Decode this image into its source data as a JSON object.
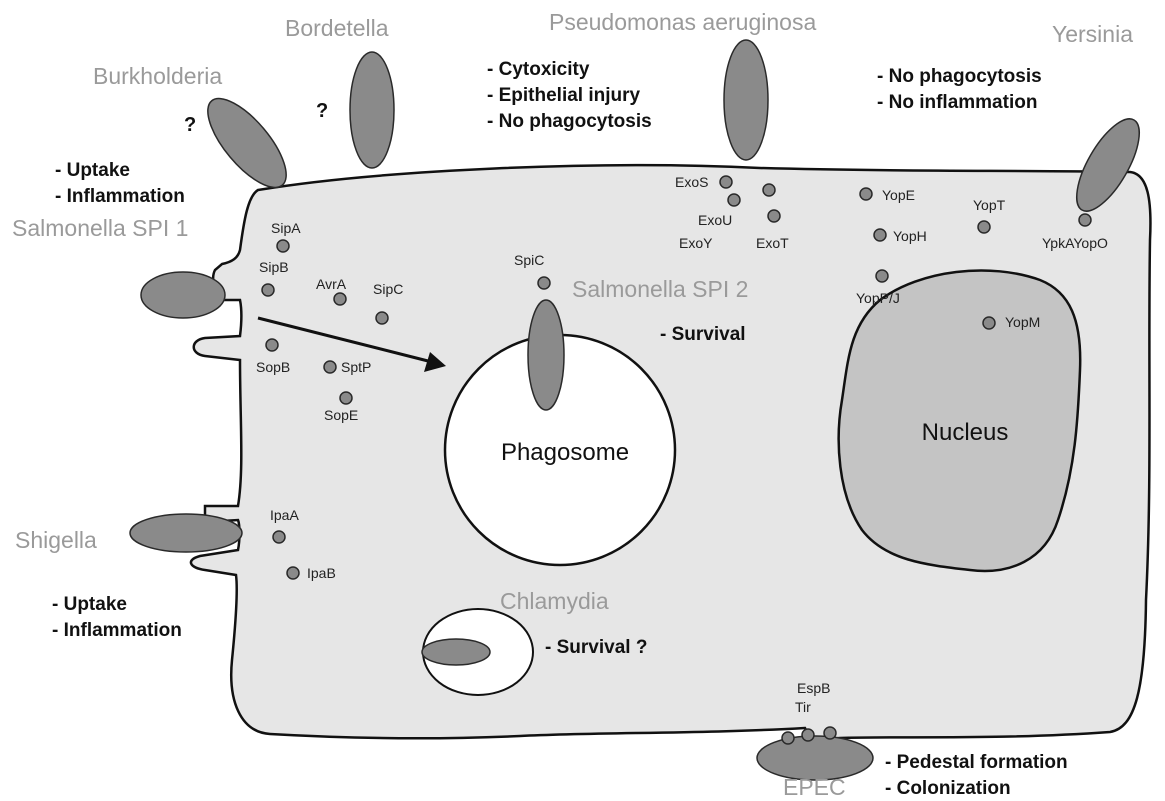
{
  "organisms": {
    "bordetella": "Bordetella",
    "burkholderia": "Burkholderia",
    "pseudomonas": "Pseudomonas aeruginosa",
    "yersinia": "Yersinia",
    "salmonella_spi1": "Salmonella SPI 1",
    "salmonella_spi2": "Salmonella SPI 2",
    "shigella": "Shigella",
    "chlamydia": "Chlamydia",
    "epec": "EPEC"
  },
  "question_marks": {
    "burkholderia": "?",
    "bordetella": "?"
  },
  "effects": {
    "pseudomonas": [
      "- Cytoxicity",
      "- Epithelial injury",
      "- No phagocytosis"
    ],
    "yersinia": [
      "- No phagocytosis",
      "- No inflammation"
    ],
    "salmonella_spi1": [
      "- Uptake",
      "- Inflammation"
    ],
    "salmonella_spi2": [
      "- Survival"
    ],
    "shigella": [
      "- Uptake",
      "- Inflammation"
    ],
    "chlamydia": [
      "- Survival ?"
    ],
    "epec": [
      "- Pedestal formation",
      "- Colonization"
    ]
  },
  "compartments": {
    "phagosome": "Phagosome",
    "nucleus": "Nucleus"
  },
  "proteins": {
    "sipA": "SipA",
    "sipB": "SipB",
    "avrA": "AvrA",
    "sipC": "SipC",
    "sopB": "SopB",
    "sptP": "SptP",
    "sopE": "SopE",
    "spiC": "SpiC",
    "exoS": "ExoS",
    "exoU": "ExoU",
    "exoY": "ExoY",
    "exoT": "ExoT",
    "yopE": "YopE",
    "yopH": "YopH",
    "yopT": "YopT",
    "ypkAYopO": "YpkAYopO",
    "yopPJ": "YopP/J",
    "yopM": "YopM",
    "ipaA": "IpaA",
    "ipaB": "IpaB",
    "espB": "EspB",
    "tir": "Tir"
  }
}
